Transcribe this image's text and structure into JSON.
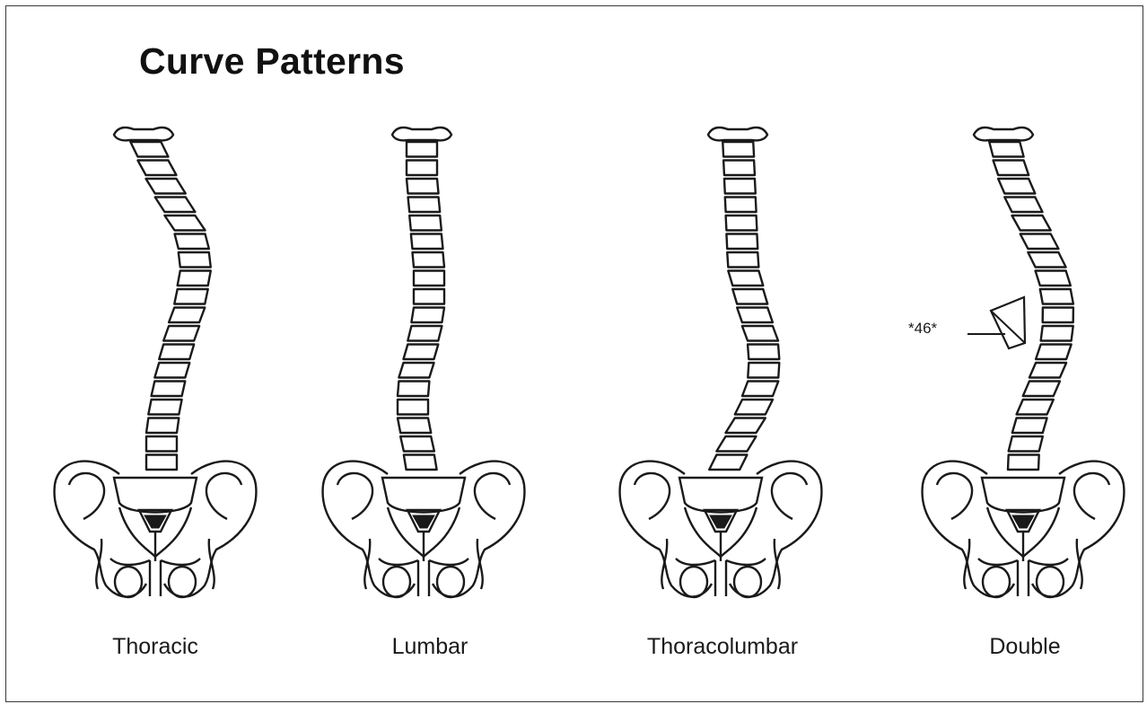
{
  "title": "Curve Patterns",
  "patterns": [
    {
      "label": "Thoracic"
    },
    {
      "label": "Lumbar"
    },
    {
      "label": "Thoracolumbar"
    },
    {
      "label": "Double"
    }
  ],
  "annotation": {
    "angle_text": "*46*"
  },
  "colors": {
    "line": "#1a1a1a",
    "background": "#ffffff",
    "frame": "#3a3a3a"
  }
}
